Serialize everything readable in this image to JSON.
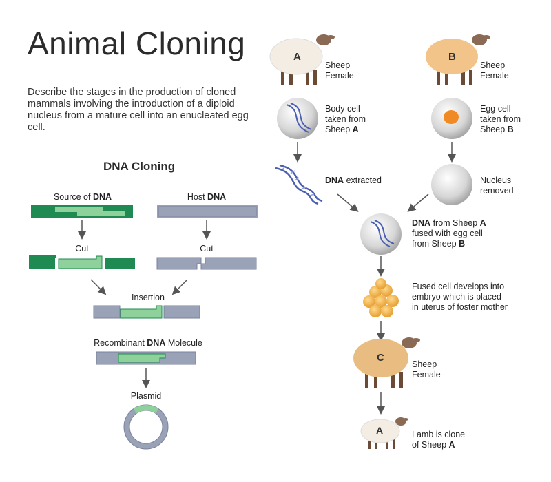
{
  "title": "Animal Cloning",
  "intro": "Describe the stages in the production of cloned mammals involving the introduction of a diploid nucleus from a mature cell into an enucleated egg cell.",
  "dna_cloning": {
    "title": "DNA Cloning",
    "source_pre": "Source of ",
    "source_bold": "DNA",
    "host_pre": "Host ",
    "host_bold": "DNA",
    "cut": "Cut",
    "insertion": "Insertion",
    "recombinant_pre": "Recombinant ",
    "recombinant_bold": "DNA",
    "recombinant_post": " Molecule",
    "plasmid": "Plasmid",
    "colors": {
      "source": "#1f8a52",
      "insert": "#8fd19a",
      "host": "#9aa2b8"
    }
  },
  "cloning": {
    "sheep_a_letter": "A",
    "sheep_a_label_1": "Sheep",
    "sheep_a_label_2": "Female",
    "sheep_b_letter": "B",
    "sheep_b_label_1": "Sheep",
    "sheep_b_label_2": "Female",
    "body_cell_1": "Body cell",
    "body_cell_2": "taken from",
    "body_cell_3_pre": "Sheep ",
    "body_cell_3_bold": "A",
    "egg_cell_1": "Egg cell",
    "egg_cell_2": "taken from",
    "egg_cell_3_pre": "Sheep ",
    "egg_cell_3_bold": "B",
    "dna_extracted_bold": "DNA",
    "dna_extracted_post": " extracted",
    "nucleus_1": "Nucleus",
    "nucleus_2": "removed",
    "fused_1_bold": "DNA",
    "fused_1_mid": " from Sheep ",
    "fused_1_bold2": "A",
    "fused_2": "fused with egg cell",
    "fused_3_pre": "from Sheep ",
    "fused_3_bold": "B",
    "embryo_1": "Fused cell develops into",
    "embryo_2": "embryo which is placed",
    "embryo_3": "in uterus of foster mother",
    "sheep_c_letter": "C",
    "sheep_c_label_1": "Sheep",
    "sheep_c_label_2": "Female",
    "lamb_letter": "A",
    "lamb_1": "Lamb is clone",
    "lamb_2_pre": "of Sheep ",
    "lamb_2_bold": "A",
    "colors": {
      "sheep_a": "#f3ede4",
      "sheep_b": "#f2c48a",
      "sheep_c": "#e9bd82",
      "lamb": "#f3ede4",
      "nucleus": "#f08a24",
      "dna": "#4a5fb0"
    }
  }
}
